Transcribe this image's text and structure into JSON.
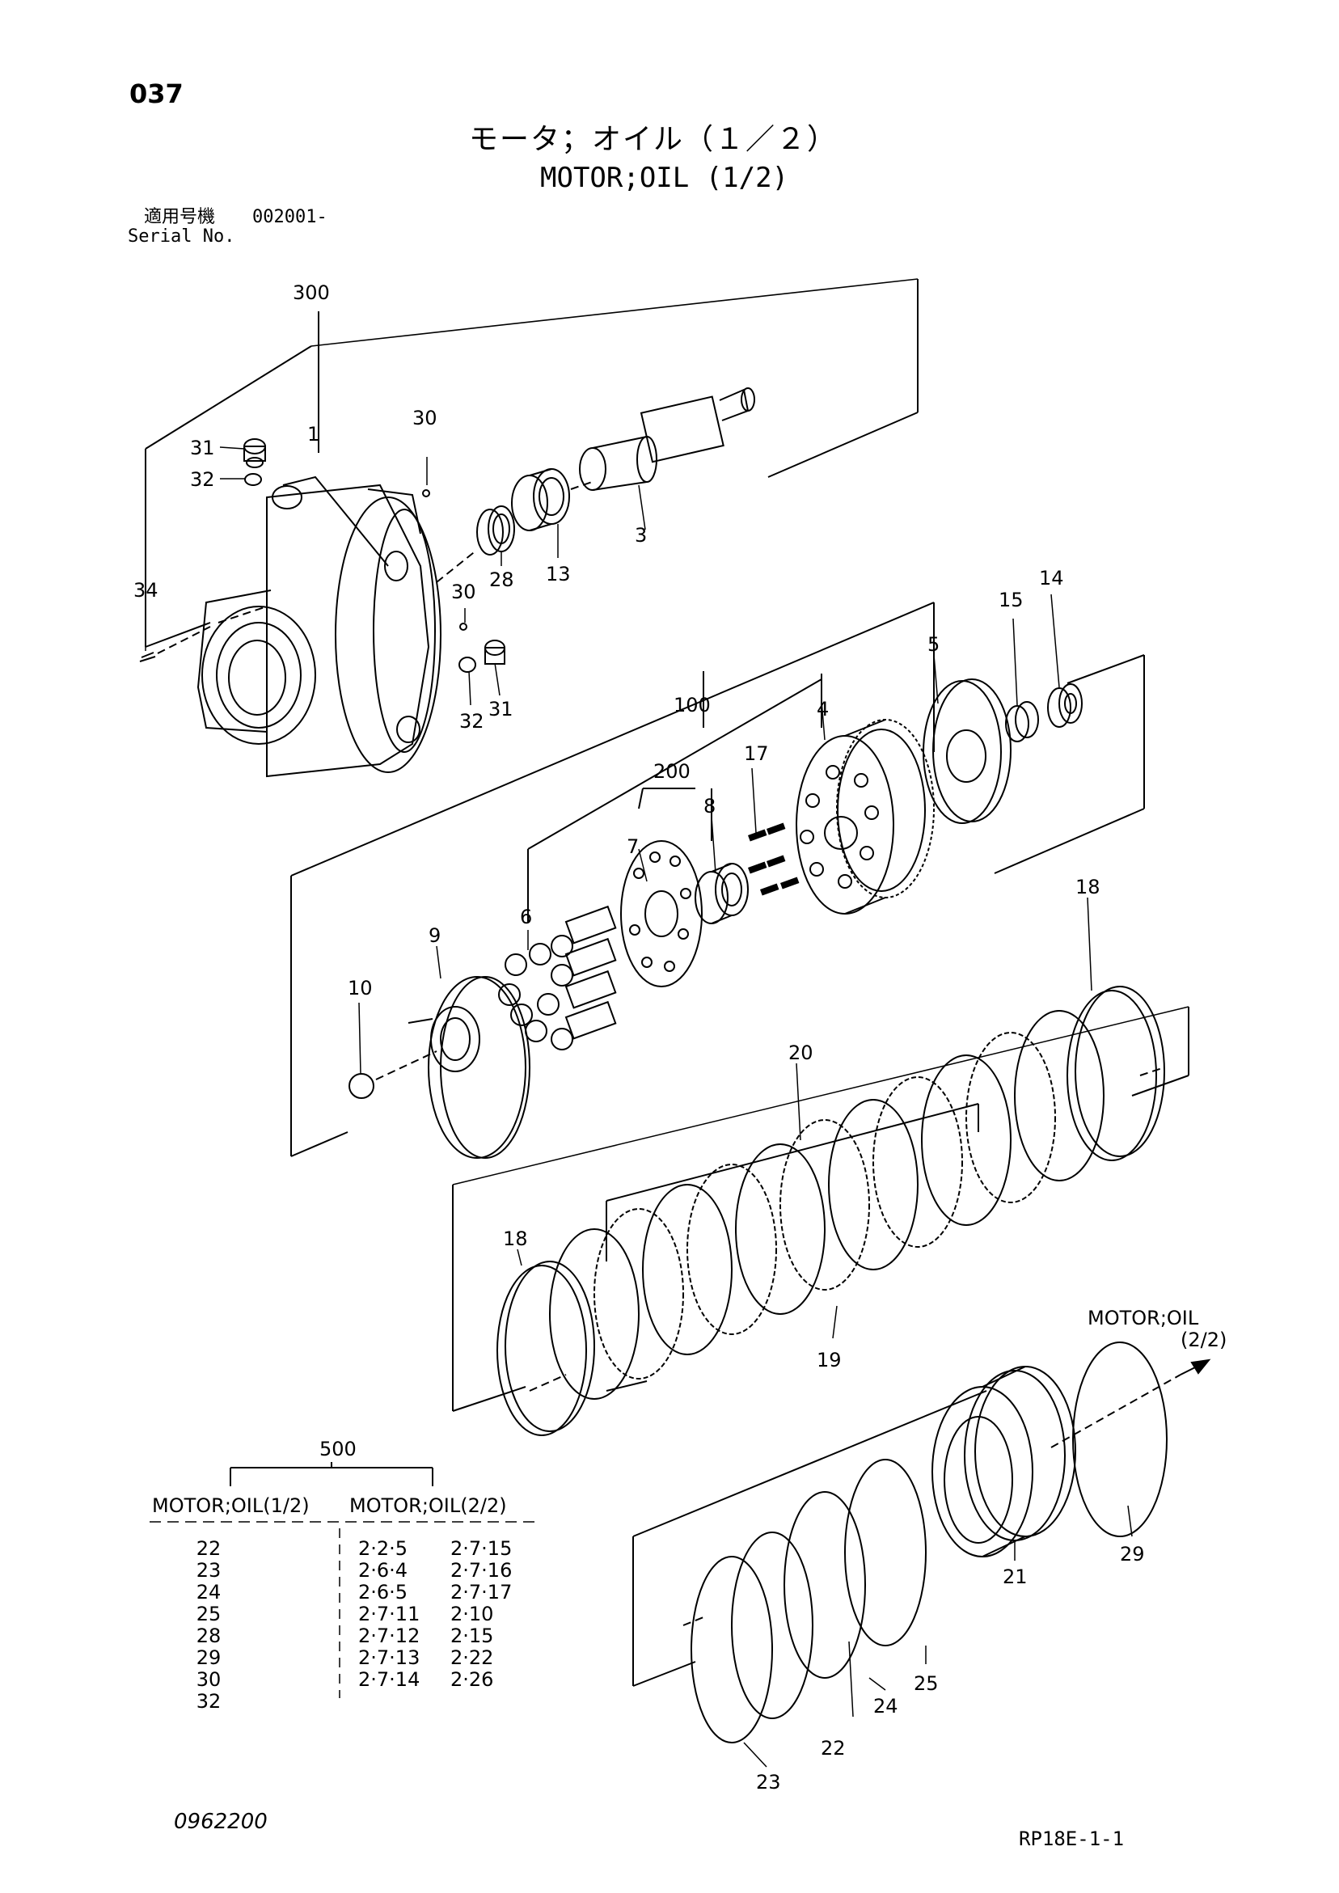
{
  "header": {
    "page_number": "037",
    "title_jp": "モータ；オイル（１／２）",
    "title_en": "MOTOR;OIL (1/2)",
    "serial_label_jp": "適用号機",
    "serial_value": "002001-",
    "serial_label_en": "Serial No."
  },
  "callouts": {
    "c300": "300",
    "c1": "1",
    "c30a": "30",
    "c31a": "31",
    "c32a": "32",
    "c34": "34",
    "c3": "3",
    "c28": "28",
    "c13": "13",
    "c30b": "30",
    "c31b": "31",
    "c32b": "32",
    "c5": "5",
    "c15": "15",
    "c14": "14",
    "c100": "100",
    "c200": "200",
    "c17": "17",
    "c4": "4",
    "c8": "8",
    "c7": "7",
    "c6": "6",
    "c9": "9",
    "c10": "10",
    "c18a": "18",
    "c20": "20",
    "c18b": "18",
    "c19": "19",
    "c21": "21",
    "c22": "22",
    "c23": "23",
    "c24": "24",
    "c25": "25",
    "c29": "29"
  },
  "link": {
    "label": "MOTOR;OIL",
    "page": "(2/2)"
  },
  "kit": {
    "number": "500",
    "col1_header": "MOTOR;OIL(1/2)",
    "col2_header": "MOTOR;OIL(2/2)",
    "rows": [
      {
        "part": "22",
        "ref_a": "2·2·5",
        "ref_b": "2·7·15"
      },
      {
        "part": "23",
        "ref_a": "2·6·4",
        "ref_b": "2·7·16"
      },
      {
        "part": "24",
        "ref_a": "2·6·5",
        "ref_b": "2·7·17"
      },
      {
        "part": "25",
        "ref_a": "2·7·11",
        "ref_b": "2·10"
      },
      {
        "part": "28",
        "ref_a": "2·7·12",
        "ref_b": "2·15"
      },
      {
        "part": "29",
        "ref_a": "2·7·13",
        "ref_b": "2·22"
      },
      {
        "part": "30",
        "ref_a": "2·7·14",
        "ref_b": "2·26"
      },
      {
        "part": "32",
        "ref_a": "",
        "ref_b": ""
      }
    ]
  },
  "footer": {
    "doc_number": "0962200",
    "ref_code": "RP18E-1-1"
  }
}
